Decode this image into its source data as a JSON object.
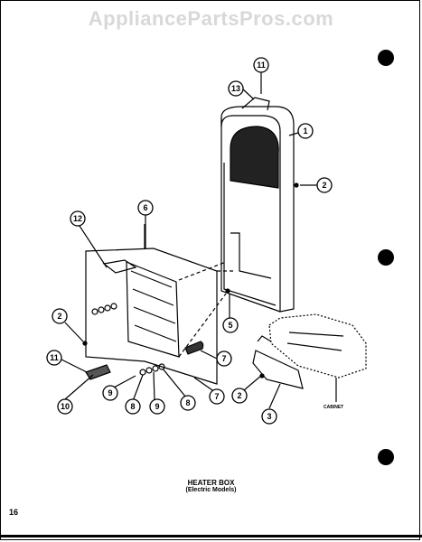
{
  "watermark": "AppliancePartsPros.com",
  "title": "HEATER BOX",
  "subtitle": "(Electric Models)",
  "page_number": "16",
  "cabinet_label": "CABINET",
  "callouts": {
    "c11_top": "11",
    "c13": "13",
    "c1": "1",
    "c2_right": "2",
    "c6": "6",
    "c12": "12",
    "c2_left": "2",
    "c5": "5",
    "c7_a": "7",
    "c11_left": "11",
    "c10": "10",
    "c9_a": "9",
    "c8_a": "8",
    "c9_b": "9",
    "c8_b": "8",
    "c7_b": "7",
    "c2_bottom": "2",
    "c3": "3"
  }
}
